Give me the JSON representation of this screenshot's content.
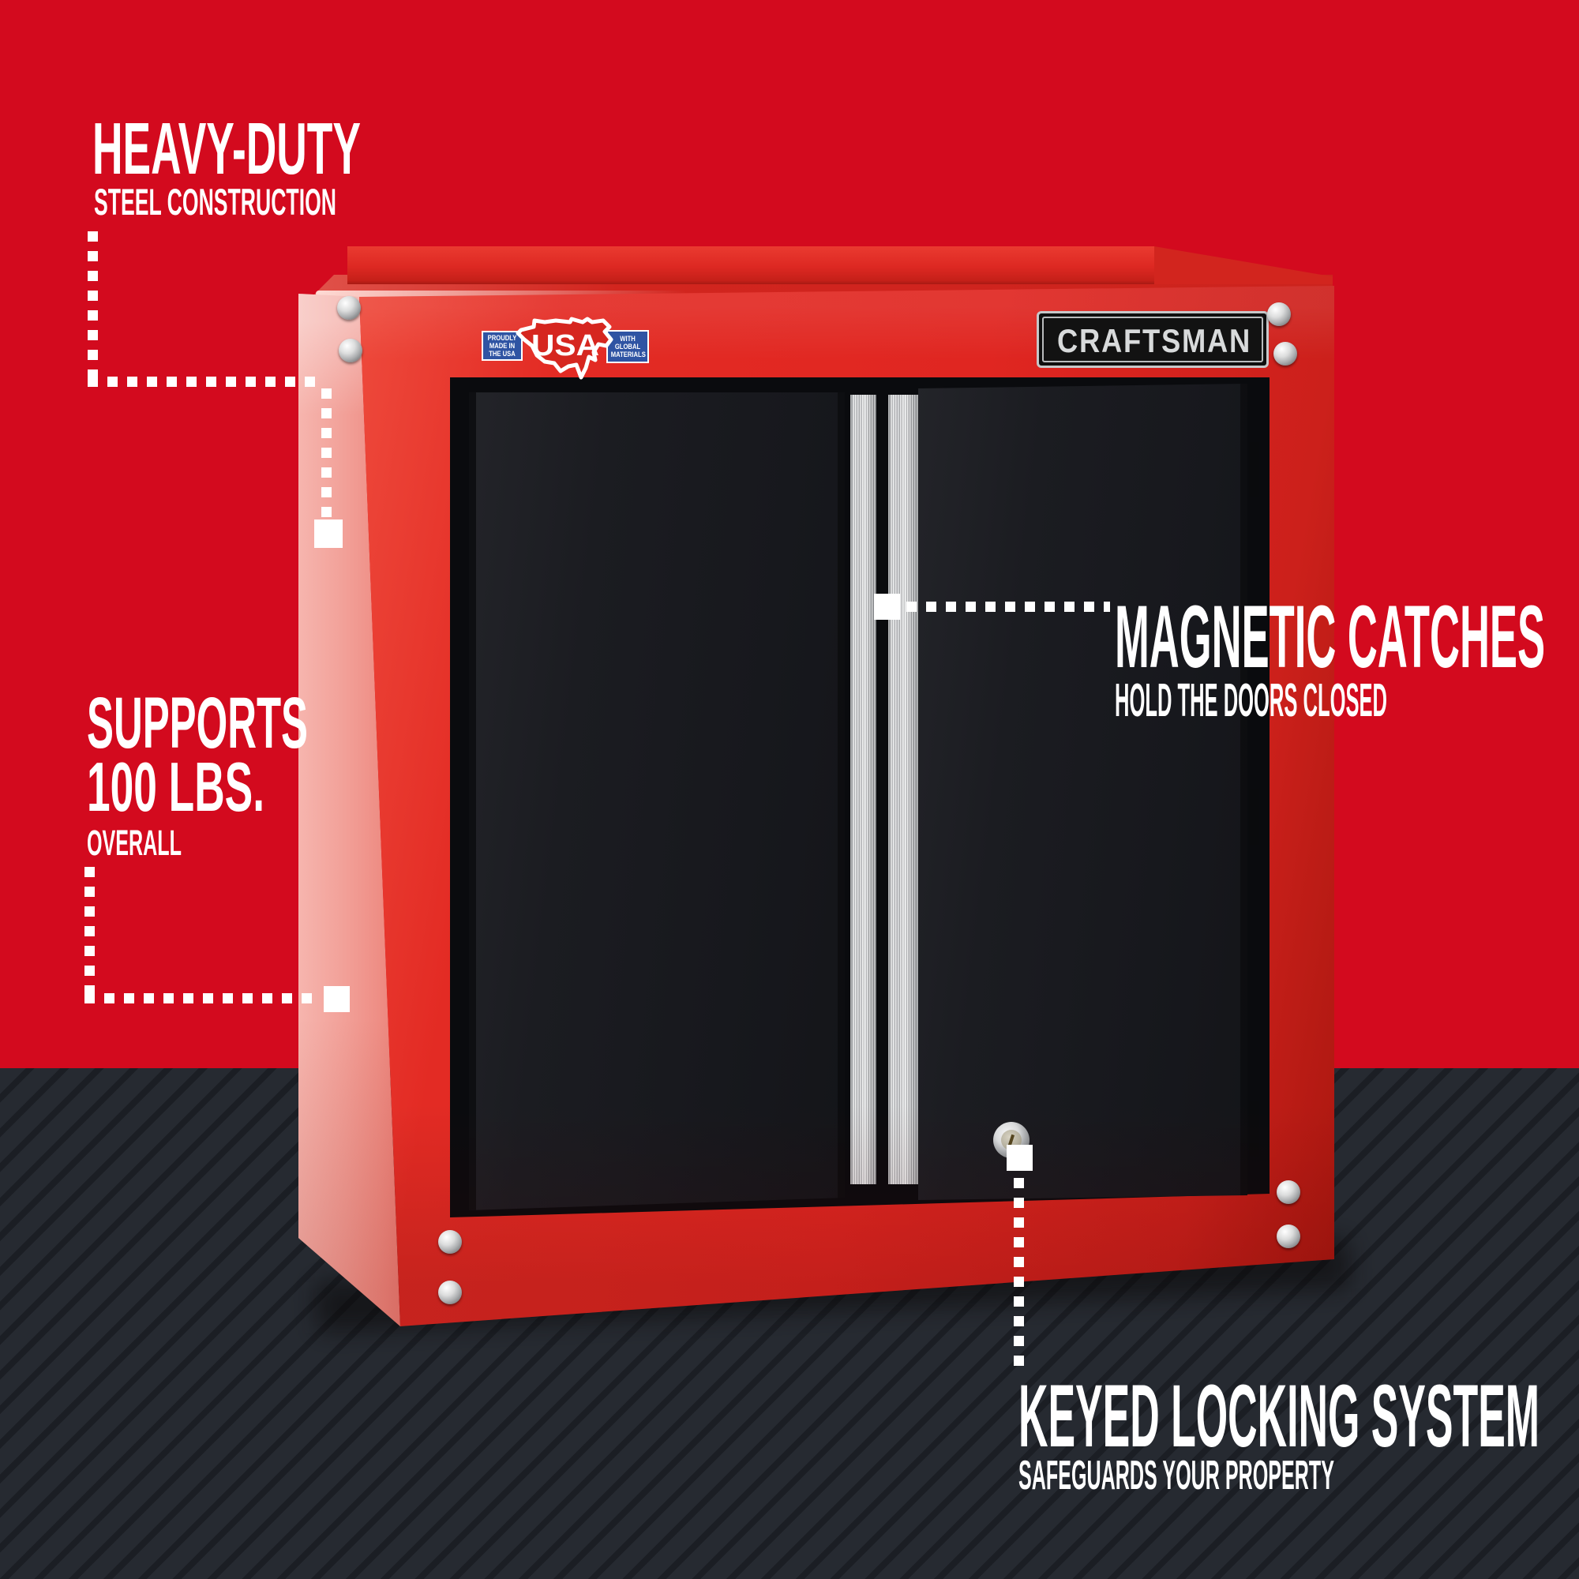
{
  "colors": {
    "background_red": "#d30a1e",
    "background_dark": "#262a31",
    "background_dark_stripe": "#1b1e24",
    "cabinet_red": "#e22b24",
    "cabinet_side_salmon": "#f2a098",
    "door_black": "#1a1b1f",
    "handle_silver": "#c9cbcd",
    "badge_blue": "#2f54a3",
    "badge_red": "#d6261f",
    "callout_white": "#ffffff",
    "logo_silver": "#d8dadb"
  },
  "callouts": {
    "heavy_duty": {
      "title": "HEAVY-DUTY",
      "subtitle": "STEEL CONSTRUCTION"
    },
    "supports": {
      "line1": "SUPPORTS",
      "line2": "100 LBS.",
      "subtitle": "OVERALL"
    },
    "magnetic": {
      "title": "MAGNETIC CATCHES",
      "subtitle": "HOLD THE DOORS CLOSED"
    },
    "keyed": {
      "title": "KEYED LOCKING SYSTEM",
      "subtitle": "SAFEGUARDS YOUR PROPERTY"
    }
  },
  "cabinet": {
    "brand": "CRAFTSMAN",
    "badge": {
      "left_lines": [
        "PROUDLY",
        "MADE IN",
        "THE USA"
      ],
      "center": "USA",
      "right_lines": [
        "WITH",
        "GLOBAL",
        "MATERIALS"
      ]
    }
  }
}
